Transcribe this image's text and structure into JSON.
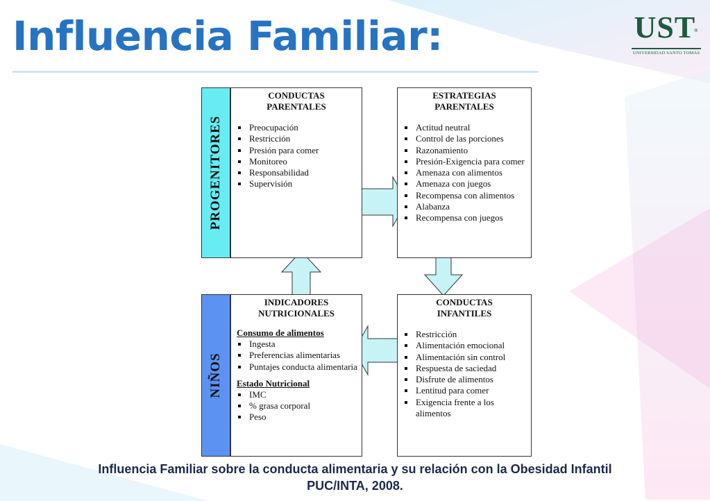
{
  "slide": {
    "title": "Influencia Familiar:",
    "logo": {
      "mark": "UST",
      "registered": "®",
      "subtitle": "UNIVERSIDAD SANTO TOMÁS"
    },
    "caption": {
      "line1": "Influencia Familiar sobre la conducta alimentaria y su relación con la Obesidad Infantil",
      "line2": "PUC/INTA, 2008."
    }
  },
  "diagram": {
    "bands": {
      "top": {
        "label": "PROGENITORES",
        "color": "#66ecf2"
      },
      "bottom": {
        "label": "NIÑOS",
        "color": "#5c93f2"
      }
    },
    "arrow_color": "#c8f3f6",
    "boxes": {
      "conductas_parentales": {
        "title": [
          "CONDUCTAS",
          "PARENTALES"
        ],
        "items": [
          "Preocupación",
          "Restricción",
          "Presión para comer",
          "Monitoreo",
          "Responsabilidad",
          "Supervisión"
        ]
      },
      "estrategias_parentales": {
        "title": [
          "ESTRATEGIAS",
          "PARENTALES"
        ],
        "items": [
          "Actitud neutral",
          "Control de las porciones",
          "Razonamiento",
          "Presión-Exigencia para comer",
          "Amenaza con alimentos",
          "Amenaza con juegos",
          "Recompensa con alimentos",
          "Alabanza",
          "Recompensa con juegos"
        ]
      },
      "indicadores_nutricionales": {
        "title": [
          "INDICADORES",
          "NUTRICIONALES"
        ],
        "section1": {
          "heading": "Consumo de alimentos",
          "items": [
            "Ingesta",
            "Preferencias alimentarias",
            "Puntajes conducta alimentaria"
          ]
        },
        "section2": {
          "heading": "Estado Nutricional",
          "items": [
            "IMC",
            "% grasa corporal",
            "Peso"
          ]
        }
      },
      "conductas_infantiles": {
        "title": [
          "CONDUCTAS",
          "INFANTILES"
        ],
        "items": [
          "Restricción",
          "Alimentación emocional",
          "Alimentación sin control",
          "Respuesta de saciedad",
          "Disfrute de alimentos",
          "Lentitud para comer",
          "Exigencia frente a los alimentos"
        ]
      }
    }
  }
}
